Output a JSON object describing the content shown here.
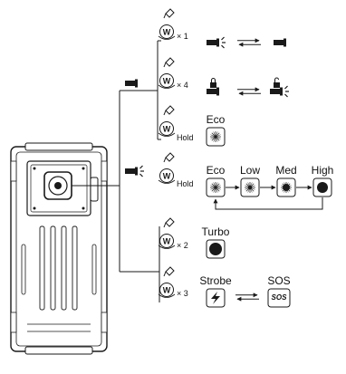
{
  "diagram": {
    "row1": {
      "press": "× 1"
    },
    "row2": {
      "press": "× 4"
    },
    "row3": {
      "press": "Hold",
      "mode": "Eco"
    },
    "row4": {
      "press": "Hold",
      "modes": [
        "Eco",
        "Low",
        "Med",
        "High"
      ]
    },
    "row5": {
      "press": "× 2",
      "mode": "Turbo"
    },
    "row6": {
      "press": "× 3",
      "modes": [
        "Strobe",
        "SOS"
      ],
      "sos_icon": "SOS"
    },
    "icons": {
      "button": "w-button-press-icon",
      "flashlight_off": "flashlight-off-icon",
      "flashlight_on": "flashlight-on-icon",
      "locked": "padlock-closed-icon",
      "unlocked": "padlock-open-icon",
      "toggle": "bidirectional-arrow-icon",
      "strobe": "lightning-icon"
    },
    "colors": {
      "ink": "#1a1a1a",
      "device_body": "#ffffff",
      "brightness_dot": "#111111"
    }
  }
}
